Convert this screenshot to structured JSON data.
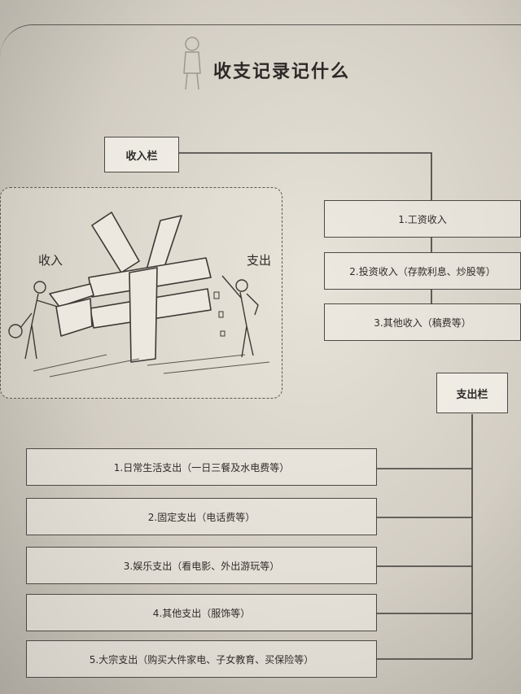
{
  "title": "收支记录记什么",
  "income": {
    "header": "收入栏",
    "items": [
      "1.工资收入",
      "2.投资收入（存款利息、炒股等）",
      "3.其他收入（稿费等）"
    ]
  },
  "expense": {
    "header": "支出栏",
    "items": [
      "1.日常生活支出（一日三餐及水电费等）",
      "2.固定支出（电话费等）",
      "3.娱乐支出（看电影、外出游玩等）",
      "4.其他支出（服饰等）",
      "5.大宗支出（购买大件家电、子女教育、买保险等）"
    ]
  },
  "illustration": {
    "left_label": "收入",
    "right_label": "支出"
  }
}
